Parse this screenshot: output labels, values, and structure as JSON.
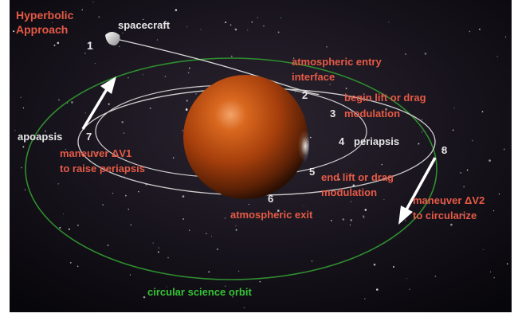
{
  "colors": {
    "label_red": "#e65a46",
    "label_white": "#e6e6e6",
    "orbit_green": "#2f8f2f",
    "orbit_white": "#cfcfcf",
    "planet": "#b84712",
    "space": "#0c0a10"
  },
  "title": {
    "line1": "Hyperbolic",
    "line2": "Approach"
  },
  "labels": {
    "spacecraft": "spacecraft",
    "entry_line1": "atmospheric entry",
    "entry_line2": "interface",
    "begin_line1": "begin lift or drag",
    "begin_line2": "modulation",
    "periapsis": "periapsis",
    "end_line1": "end lift or drag",
    "end_line2": "modulation",
    "exit": "atmospheric exit",
    "apoapsis": "apoapsis",
    "dv1_line1": "maneuver  ΔV1",
    "dv1_line2": "to raise periapsis",
    "dv2_line1": "maneuver  ΔV2",
    "dv2_line2": "to circularize",
    "science_orbit": "circular science orbit"
  },
  "numbers": {
    "n1": "1",
    "n2": "2",
    "n3": "3",
    "n4": "4",
    "n5": "5",
    "n6": "6",
    "n7": "7",
    "n8": "8"
  },
  "icons": {
    "spacecraft": "spacecraft-icon",
    "planet": "planet-icon",
    "arrow_dv1": "arrow-up-icon",
    "arrow_dv2": "arrow-down-icon"
  }
}
